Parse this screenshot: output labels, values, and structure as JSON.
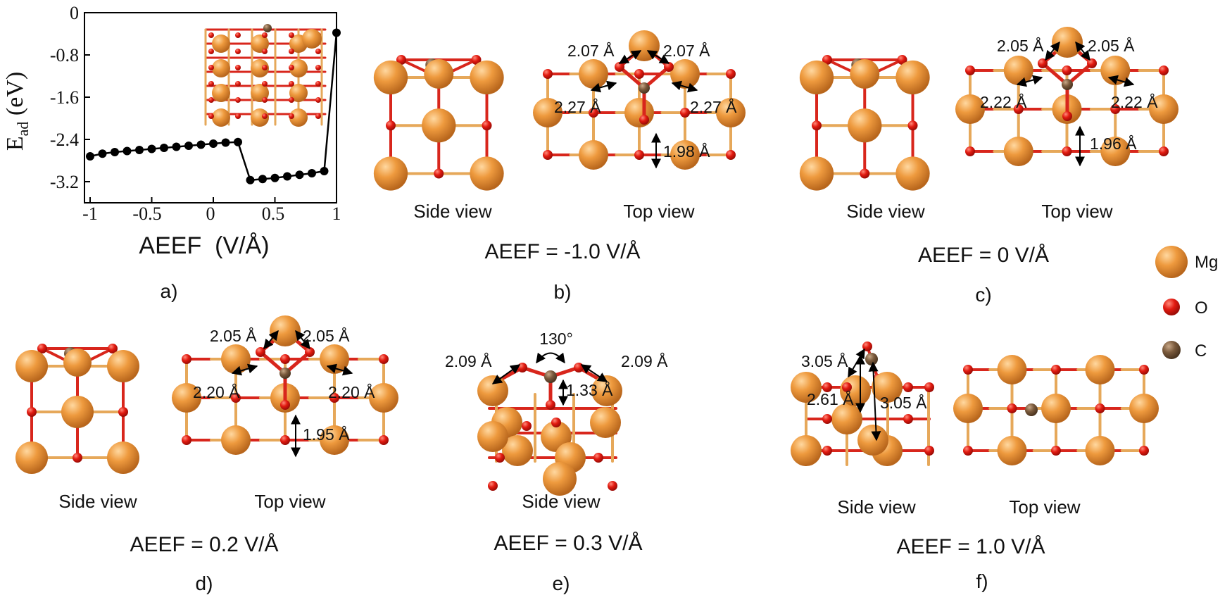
{
  "chart_data": {
    "type": "line",
    "xlabel": "AEEF  (V/Å)",
    "ylabel": "E",
    "ylabel_sub": "ad",
    "ylabel_unit": " (eV)",
    "xlim": [
      -1,
      1
    ],
    "ylim": [
      -3.6,
      0
    ],
    "x_ticks": [
      "-1",
      "-0.5",
      "0",
      "0.5",
      "1"
    ],
    "y_ticks": [
      "0",
      "-0.8",
      "-1.6",
      "-2.4",
      "-3.2"
    ],
    "x": [
      -1.0,
      -0.9,
      -0.8,
      -0.7,
      -0.6,
      -0.5,
      -0.4,
      -0.3,
      -0.2,
      -0.1,
      0.0,
      0.1,
      0.2,
      0.3,
      0.4,
      0.5,
      0.6,
      0.7,
      0.8,
      0.9,
      1.0
    ],
    "y": [
      -2.72,
      -2.67,
      -2.64,
      -2.62,
      -2.6,
      -2.58,
      -2.56,
      -2.54,
      -2.52,
      -2.5,
      -2.48,
      -2.46,
      -2.45,
      -3.17,
      -3.15,
      -3.13,
      -3.1,
      -3.07,
      -3.04,
      -3.0,
      -0.38
    ],
    "segments": [
      [
        0,
        12
      ],
      [
        12,
        13
      ],
      [
        13,
        19
      ],
      [
        19,
        20
      ]
    ],
    "series_color": "#000000",
    "grid": false
  },
  "panels": {
    "a": {
      "label": "a)"
    },
    "b": {
      "label": "b)",
      "caption": "AEEF = -1.0 V/Å",
      "side": "Side view",
      "top": "Top view",
      "d1": "2.07 Å",
      "d2": "2.07 Å",
      "d3": "2.27 Å",
      "d4": "2.27 Å",
      "d5": "1.98 Å"
    },
    "c": {
      "label": "c)",
      "caption": "AEEF = 0 V/Å",
      "side": "Side view",
      "top": "Top view",
      "d1": "2.05 Å",
      "d2": "2.05 Å",
      "d3": "2.22 Å",
      "d4": "2.22 Å",
      "d5": "1.96 Å"
    },
    "d": {
      "label": "d)",
      "caption": "AEEF = 0.2 V/Å",
      "side": "Side view",
      "top": "Top view",
      "d1": "2.05 Å",
      "d2": "2.05 Å",
      "d3": "2.20 Å",
      "d4": "2.20 Å",
      "d5": "1.95 Å"
    },
    "e": {
      "label": "e)",
      "caption": "AEEF = 0.3 V/Å",
      "side": "Side view",
      "angle": "130°",
      "d1": "2.09 Å",
      "d2": "2.09 Å",
      "d3": "1.33 Å"
    },
    "f": {
      "label": "f)",
      "caption": "AEEF = 1.0 V/Å",
      "side": "Side view",
      "top": "Top view",
      "d1": "3.05 Å",
      "d2": "2.61 Å",
      "d3": "3.05 Å"
    }
  },
  "legend": {
    "mg": "Mg",
    "o": "O",
    "c": "C"
  },
  "colors": {
    "mg": "#e8923a",
    "o": "#e01b12",
    "c": "#7a5a3c",
    "bond_mg": "#e6a85a",
    "bond_o": "#d8261c"
  }
}
